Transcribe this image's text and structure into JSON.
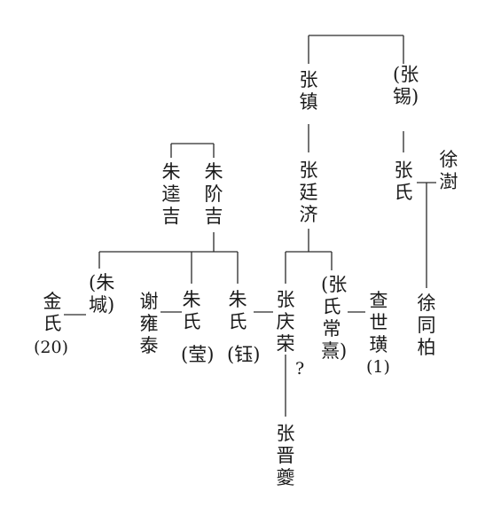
{
  "nodes": {
    "zhang_zhen": "张镇",
    "zhang_xi": "(张锡)",
    "zhang_tingji": "张廷济",
    "zhang_shi_xu": "张氏",
    "xu_xie": "徐澍",
    "xu_tongbo": "徐同柏",
    "zhu_kuiji": "朱逵吉",
    "zhu_jieji": "朱阶吉",
    "zhu_cheng": "(朱堿)",
    "jin_shi": "金氏",
    "jin_shi_note": "(20)",
    "xie_yongtai": "谢雍泰",
    "zhu_shi_ying": "朱氏",
    "ying_paren": "(莹)",
    "zhu_shi_yu": "朱氏",
    "yu_paren": "(钰)",
    "zhang_qingrong": "张庆荣",
    "question_mark": "?",
    "zhang_shi_changxi": "(张氏常熹)",
    "zha_shihuang": "查世璜",
    "zha_note": "(1)",
    "zhang_jinkui": "张晋夔"
  }
}
